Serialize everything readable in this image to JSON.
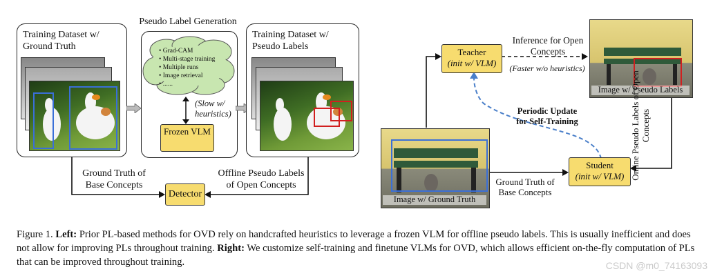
{
  "left": {
    "training_gt_title": "Training Dataset w/ Ground Truth",
    "pseudo_gen_title": "Pseudo Label Generation",
    "heuristics": [
      "Grad-CAM",
      "Multi-stage training",
      "Multiple runs",
      "Image retrieval",
      "......"
    ],
    "slow_note": "(Slow w/ heuristics)",
    "frozen_vlm": "Frozen VLM",
    "training_pl_title": "Training Dataset w/ Pseudo Labels",
    "gt_base_label": "Ground Truth of Base Concepts",
    "offline_label": "Offline Pseudo Labels of Open Concepts",
    "detector": "Detector"
  },
  "right": {
    "teacher": "Teacher",
    "teacher_init": "(init w/ VLM)",
    "inference_label": "Inference for Open Concepts",
    "faster_note": "(Faster w/o heuristics)",
    "image_pl": "Image w/ Pseudo Labels",
    "periodic_update": "Periodic Update for Self-Training",
    "online_label": "Online Pseudo Labels of Open Concepts",
    "student": "Student",
    "student_init": "(init w/ VLM)",
    "gt_base_label": "Ground Truth of Base Concepts",
    "image_gt": "Image w/ Ground Truth"
  },
  "caption": {
    "fig": "Figure 1.",
    "left_head": "Left:",
    "left_text": "Prior PL-based methods for OVD rely on handcrafted heuristics to leverage a frozen VLM for offline pseudo labels. This is usually inefficient and does not allow for improving PLs throughout training.",
    "right_head": "Right:",
    "right_text": "We customize self-training and finetune VLMs for OVD, which allows efficient on-the-fly computation of PLs that can be improved throughout training."
  },
  "watermark": "CSDN @m0_74163093",
  "colors": {
    "gt_box": "#3a6fd8",
    "pl_box": "#d11f1f",
    "vlm_fill": "#f7dc6f",
    "cloud_fill": "#c8e6b0",
    "dashed_arrow": "#4a7fc9"
  }
}
